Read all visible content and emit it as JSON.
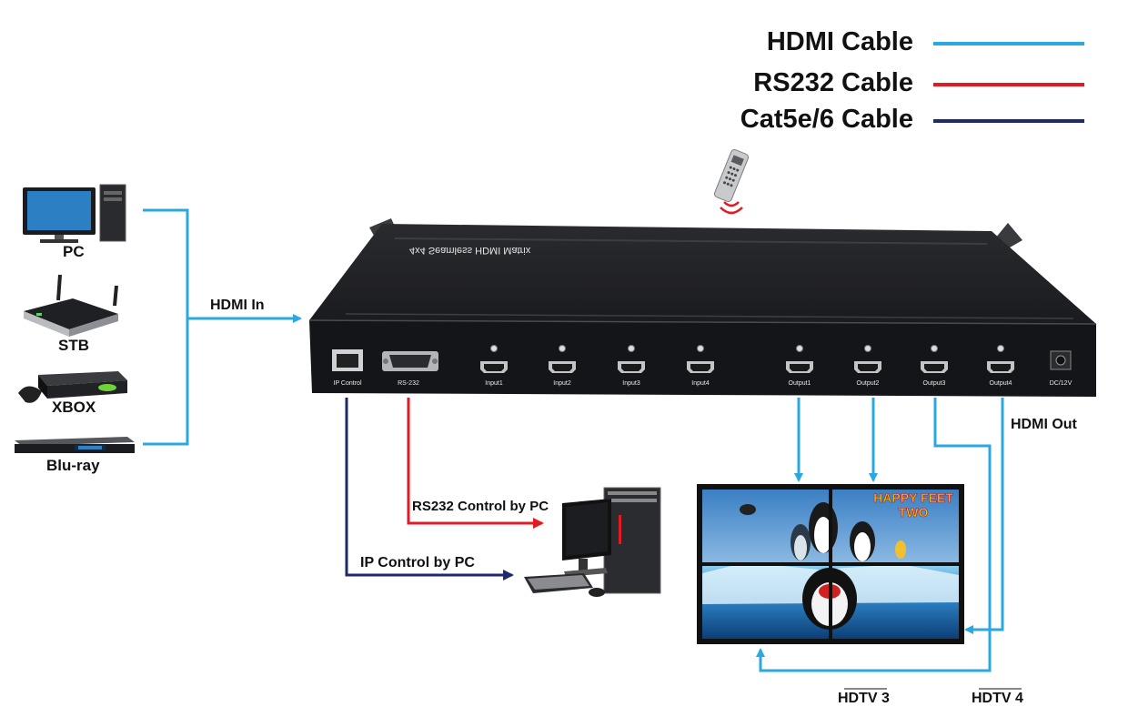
{
  "legend": [
    {
      "label": "HDMI Cable",
      "color": "#2aa8df"
    },
    {
      "label": "RS232 Cable",
      "color": "#e01b24"
    },
    {
      "label": "Cat5e/6 Cable",
      "color": "#1f2a6b"
    }
  ],
  "sources": [
    {
      "label": "PC",
      "icon": "pc-icon"
    },
    {
      "label": "STB",
      "icon": "router-icon"
    },
    {
      "label": "XBOX",
      "icon": "xbox-icon"
    },
    {
      "label": "Blu-ray",
      "icon": "bluray-icon"
    }
  ],
  "device": {
    "top_label": "4x4 Seamless HDMI Matrix",
    "ports": [
      "IP Control",
      "RS-232",
      "Input1",
      "Input2",
      "Input3",
      "Input4",
      "Output1",
      "Output2",
      "Output3",
      "Output4",
      "DC/12V"
    ]
  },
  "labels": {
    "hdmi_in": "HDMI In",
    "hdmi_out": "HDMI Out",
    "rs232_control": "RS232 Control by PC",
    "ip_control": "IP Control by PC",
    "hdtv3": "HDTV 3",
    "hdtv4": "HDTV 4"
  },
  "videowall": {
    "title_line1": "HAPPY FEET",
    "title_line2": "TWO"
  }
}
